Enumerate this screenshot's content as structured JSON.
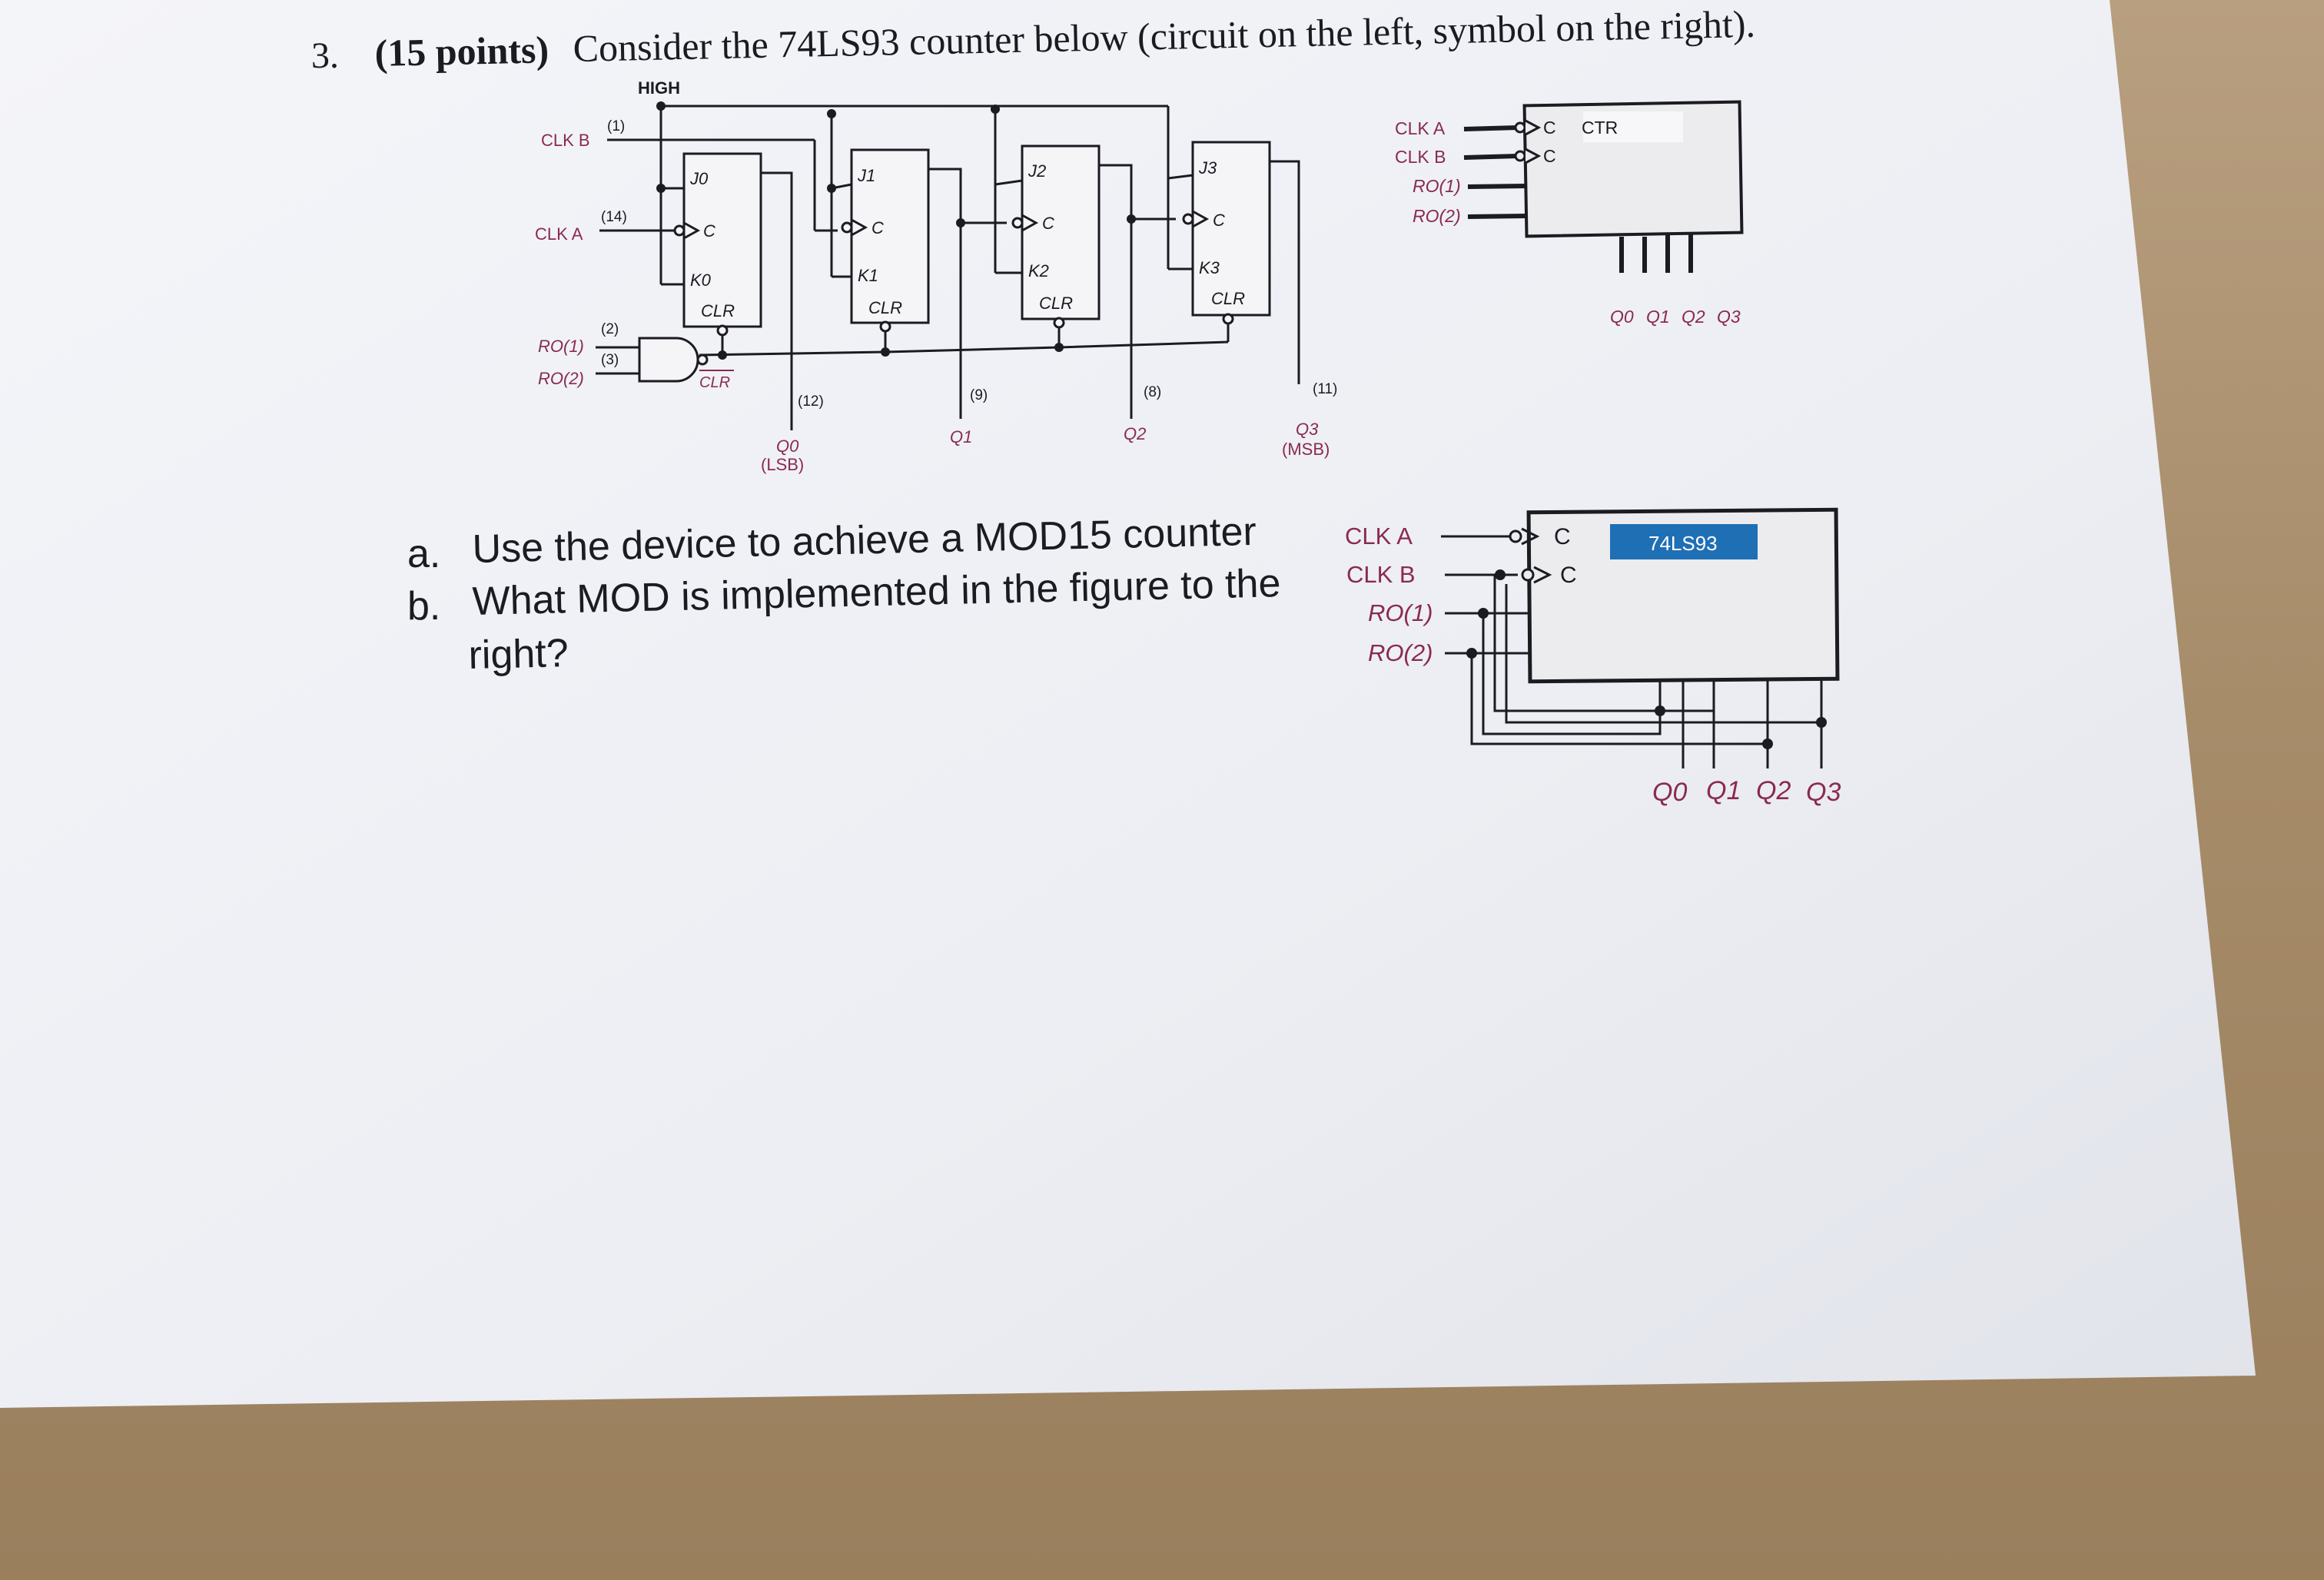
{
  "problem": {
    "number": "3.",
    "points": "(15 points)",
    "prompt": "Consider the 74LS93 counter below (circuit on the left, symbol on the right)."
  },
  "circuit": {
    "high_label": "HIGH",
    "clk_b": "CLK B",
    "clk_a": "CLK A",
    "ro1": "RO(1)",
    "ro2": "RO(2)",
    "pin_1": "(1)",
    "pin_14": "(14)",
    "pin_2": "(2)",
    "pin_3": "(3)",
    "pin_12": "(12)",
    "pin_9": "(9)",
    "pin_8": "(8)",
    "pin_11": "(11)",
    "clr_bar": "CLR",
    "flipflops": [
      {
        "j": "J0",
        "k": "K0",
        "c": "C",
        "clr": "CLR"
      },
      {
        "j": "J1",
        "k": "K1",
        "c": "C",
        "clr": "CLR"
      },
      {
        "j": "J2",
        "k": "K2",
        "c": "C",
        "clr": "CLR"
      },
      {
        "j": "J3",
        "k": "K3",
        "c": "C",
        "clr": "CLR"
      }
    ],
    "outputs": [
      {
        "q": "Q0",
        "note": "(LSB)"
      },
      {
        "q": "Q1",
        "note": ""
      },
      {
        "q": "Q2",
        "note": ""
      },
      {
        "q": "Q3",
        "note": "(MSB)"
      }
    ]
  },
  "symbol_top": {
    "clk_a": "CLK A",
    "clk_b": "CLK B",
    "ro1": "RO(1)",
    "ro2": "RO(2)",
    "c1": "C",
    "c2": "C",
    "ctr": "CTR",
    "outputs": [
      "Q0",
      "Q1",
      "Q2",
      "Q3"
    ]
  },
  "questions": {
    "a_marker": "a.",
    "a_text": "Use the device to achieve a MOD15 counter",
    "b_marker": "b.",
    "b_text_line1": "What MOD is implemented in the figure to the",
    "b_text_line2": "right?"
  },
  "symbol_bottom": {
    "clk_a": "CLK A",
    "clk_b": "CLK B",
    "ro1": "RO(1)",
    "ro2": "RO(2)",
    "c1": "C",
    "c2": "C",
    "chip_label": "74LS93",
    "outputs": [
      "Q0",
      "Q1",
      "Q2",
      "Q3"
    ]
  },
  "colors": {
    "paper": "#eef0f5",
    "ink": "#1b1b22",
    "magenta": "#8a2a52",
    "chip_fill": "#ecebee",
    "blue_badge": "#1f6fb5",
    "wood": "#a98f6d"
  }
}
